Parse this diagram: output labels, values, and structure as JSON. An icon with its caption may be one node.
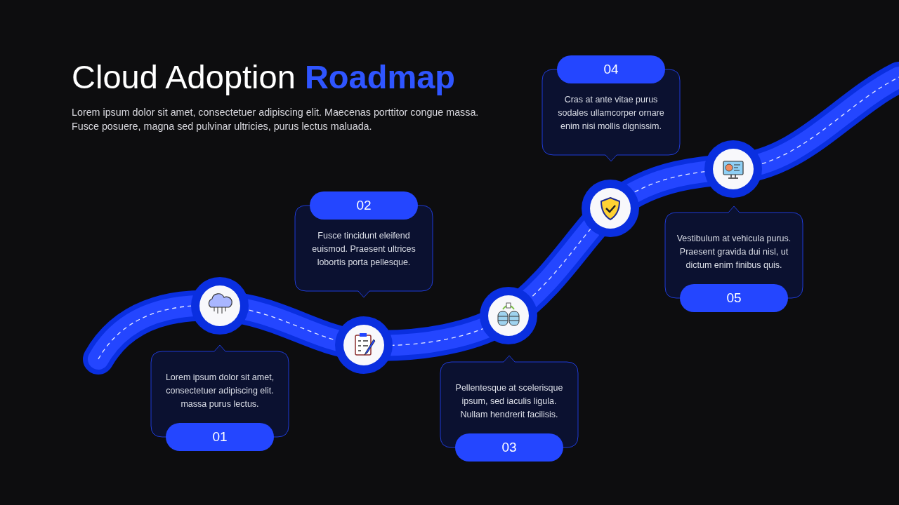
{
  "diagram": {
    "title": "Cloud Adoption **Roadmap**",
    "nodes": [
      {
        "text": [
          "Lorem ipsum dolor sit amet, consectetuer adipiscing elit. massa purus lectus.",
          "01"
        ]
      },
      {
        "text": [
          "02",
          "Fusce tincidunt eleifend euismod. Praesent ultrices lobortis porta pellesque."
        ]
      },
      {
        "text": [
          "Pellentesque at scelerisque ipsum, sed iaculis ligula. Nullam hendrerit facilisis.",
          "03"
        ]
      },
      {
        "text": [
          "04",
          "Cras at ante vitae purus sodales ullamcorper ornare enim nisi mollis dignissim."
        ]
      },
      {
        "text": [
          "Vestibulum at vehicula purus. Praesent gravida dui nisl, ut dictum enim finibus quis.",
          "05"
        ]
      }
    ],
    "labels": [
      "Lorem ipsum dolor sit amet, consectetuer adipiscing elit. Maecenas porttitor congue massa. Fusce posuere, magna sed pulvinar ultricies, purus lectus maluada."
    ]
  }
}
